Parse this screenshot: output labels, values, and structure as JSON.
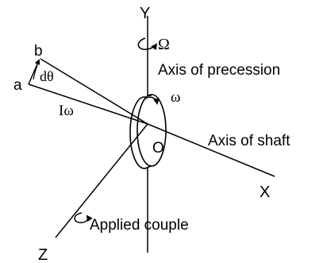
{
  "labels": {
    "y_axis": "Y",
    "omega_cap": "Ω",
    "axis_precession": "Axis of precession",
    "omega": "ω",
    "axis_shaft": "Axis of shaft",
    "origin": "O",
    "x_axis": "X",
    "z_axis": "Z",
    "applied_couple": "Applied couple",
    "point_a": "a",
    "point_b": "b",
    "d_theta": "dθ",
    "i_omega": "Iω"
  }
}
